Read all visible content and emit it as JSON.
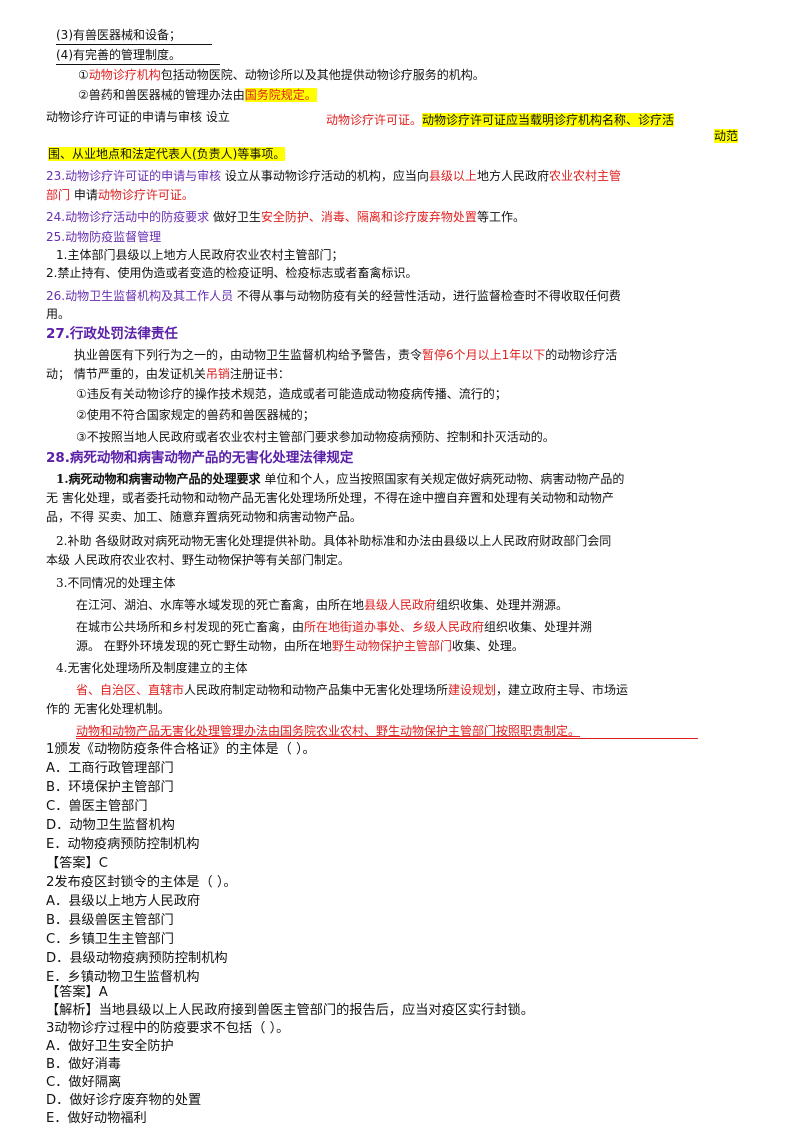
{
  "lines": {
    "l1": "(3)有兽医器械和设备；",
    "l2": "(4)有完善的管理制度。",
    "l3a": "①",
    "l3b": "动物诊疗机构",
    "l3c": "包括动物医院、动物诊所以及其他提供动物诊疗服务的机构。",
    "l4a": "②兽药和兽医器械的管理办法由",
    "l4b": "国务院规定。",
    "l5a": "动物诊疗许可证的申请与审核  设立",
    "l5b": "动物诊疗许可证。",
    "l5c": "动物诊疗许可证应当载明诊疗机构名称、诊疗活",
    "l6": "动范",
    "l7": "围、从业地点和法定代表人(负责人)等事项。",
    "l8a": "23.动物诊疗许可证的申请与审核",
    "l8b": "  设立从事动物诊疗活动的机构，应当向",
    "l8c": "县级以上",
    "l8d": "地方人民政府",
    "l8e": "农业农村主管",
    "l9a": "部门",
    "l9b": "  申请",
    "l9c": "动物诊疗许可证。",
    "l10a": "24.动物诊疗活动中的防疫要求",
    "l10b": "  做好卫生",
    "l10c": "安全防护、消毒、隔离和诊疗废弃物处置",
    "l10d": "等工作。",
    "l11": "25.动物防疫监督管理",
    "l12": "1.主体部门县级以上地方人民政府农业农村主管部门；",
    "l13": "2.禁止持有、使用伪造或者变造的检疫证明、检疫标志或者畜禽标识。",
    "l14a": "26.动物卫生监督机构及其工作人员",
    "l14b": "  不得从事与动物防疫有关的经营性活动，进行监督检查时不得收取任何费",
    "l15": "用。",
    "l16": "27.行政处罚法律责任",
    "l17a": "执业兽医有下列行为之一的，由动物卫生监督机构给予警告，责令",
    "l17b": "暂停6个月以上1年以下",
    "l17c": "的动物诊疗活",
    "l18a": "动；  情节严重的，由发证机关",
    "l18b": "吊销",
    "l18c": "注册证书：",
    "l19": "①违反有关动物诊疗的操作技术规范，造成或者可能造成动物疫病传播、流行的；",
    "l20": "②使用不符合国家规定的兽药和兽医器械的；",
    "l21": "③不按照当地人民政府或者农业农村主管部门要求参加动物疫病预防、控制和扑灭活动的。",
    "l22": "28.病死动物和病害动物产品的无害化处理法律规定",
    "l23a": "1.病死动物和病害动物产品的处理要求",
    "l23b": "  单位和个人，应当按照国家有关规定做好病死动物、病害动物产品的",
    "l24": "无    害化处理，或者委托动物和动物产品无害化处理场所处理，不得在途中擅自弃置和处理有关动物和动物产",
    "l25": "品，不得  买卖、加工、随意弃置病死动物和病害动物产品。",
    "l26a": "2.补助",
    "l26b": "    各级财政对病死动物无害化处理提供补助。具体补助标准和办法由县级以上人民政府财政部门会同",
    "l27": "本级  人民政府农业农村、野生动物保护等有关部门制定。",
    "l28": "3.不同情况的处理主体",
    "l29a": "在江河、湖泊、水库等水域发现的死亡畜禽，由所在地",
    "l29b": "县级人民政府",
    "l29c": "组织收集、处理并溯源。",
    "l30a": "在城市公共场所和乡村发现的死亡畜禽，由",
    "l30b": "所在地街道办事处、乡级人民政府",
    "l30c": "组织收集、处理并溯",
    "l31a": "源。  在野外环境发现的死亡野生动物，由所在地",
    "l31b": "野生动物保护主管部门",
    "l31c": "收集、处理。",
    "l32": "4.无害化处理场所及制度建立的主体",
    "l33a": "省、自治区、直辖市",
    "l33b": "人民政府制定动物和动物产品集中无害化处理场所",
    "l33c": "建设规划",
    "l33d": "，建立政府主导、市场运",
    "l34": "作的  无害化处理机制。",
    "l35": "动物和动物产品无害化处理管理办法由国务院农业农村、野生动物保护主管部门按照职责制定。"
  },
  "questions": [
    {
      "stem": "1颁发《动物防疫条件合格证》的主体是（       ）。",
      "options": [
        "A．工商行政管理部门",
        "B．环境保护主管部门",
        "C．兽医主管部门",
        "D．动物卫生监督机构",
        "E．动物疫病预防控制机构"
      ],
      "answer": "【答案】C"
    },
    {
      "stem": "2发布疫区封锁令的主体是（       ）。",
      "options": [
        "A．县级以上地方人民政府",
        "B．县级兽医主管部门",
        "C．乡镇卫生主管部门",
        "D．县级动物疫病预防控制机构",
        "E．乡镇动物卫生监督机构"
      ],
      "answer": "【答案】A",
      "analysis": "【解析】当地县级以上人民政府接到兽医主管部门的报告后，应当对疫区实行封锁。"
    },
    {
      "stem": "3动物诊疗过程中的防疫要求不包括（       ）。",
      "options": [
        "A．做好卫生安全防护",
        "B．做好消毒",
        "C．做好隔离",
        "D．做好诊疗废弃物的处置",
        "E．做好动物福利"
      ]
    }
  ],
  "colors": {
    "red": "#e02020",
    "purple": "#6a2fb0",
    "highlight": "#ffff00"
  }
}
